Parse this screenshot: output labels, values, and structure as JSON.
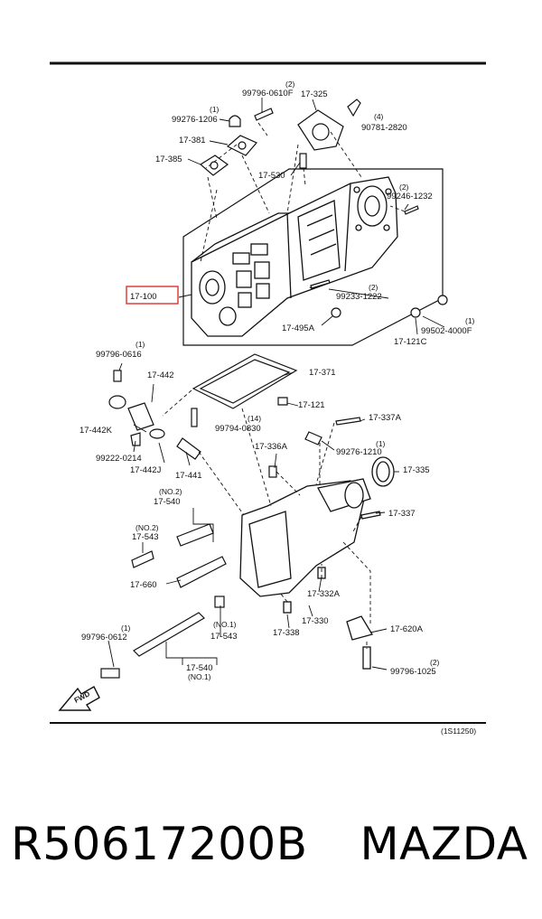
{
  "callouts": {
    "c_99796_0610f": "99796-0610F",
    "c_99796_0610f_qty": "(2)",
    "c_17_325": "17-325",
    "c_99276_1206": "99276-1206",
    "c_99276_1206_qty": "(1)",
    "c_90781_2820_qty": "(4)",
    "c_90781_2820": "90781-2820",
    "c_17_381": "17-381",
    "c_17_385": "17-385",
    "c_17_530": "17-530",
    "c_99246_1232_qty": "(2)",
    "c_99246_1232": "99246-1232",
    "c_17_100": "17-100",
    "c_99233_1222_qty": "(2)",
    "c_99233_1222": "99233-1222",
    "c_99502_4000f_qty": "(1)",
    "c_99502_4000f": "99502-4000F",
    "c_17_495a": "17-495A",
    "c_17_121c": "17-121C",
    "c_99796_0616_qty": "(1)",
    "c_99796_0616": "99796-0616",
    "c_17_442": "17-442",
    "c_17_371": "17-371",
    "c_17_121": "17-121",
    "c_17_442k": "17-442K",
    "c_99794_0830_qty": "(14)",
    "c_99794_0830": "99794-0830",
    "c_17_337a": "17-337A",
    "c_99222_0214": "99222-0214",
    "c_17_442j": "17-442J",
    "c_17_441": "17-441",
    "c_17_336a": "17-336A",
    "c_99276_1210_qty": "(1)",
    "c_99276_1210": "99276-1210",
    "c_17_335": "17-335",
    "c_no2_a": "(NO.2)",
    "c_17_540_a": "17-540",
    "c_no2_b": "(NO.2)",
    "c_17_543_a": "17-543",
    "c_17_337": "17-337",
    "c_17_660": "17-660",
    "c_17_332a": "17-332A",
    "c_no1_a": "(NO.1)",
    "c_17_543_b": "17-543",
    "c_17_330": "17-330",
    "c_99796_0612_qty": "(1)",
    "c_99796_0612": "99796-0612",
    "c_17_338": "17-338",
    "c_17_620a": "17-620A",
    "c_99796_1025_qty": "(2)",
    "c_99796_1025": "99796-1025",
    "c_17_540_b": "17-540",
    "c_no1_b": "(NO.1)",
    "fwd": "FWD",
    "diagram_code": "(1S11250)"
  },
  "colors": {
    "highlight": "#e03030",
    "ink": "#111111"
  },
  "footer": {
    "part_number": "R50617200B",
    "brand": "MAZDA"
  }
}
